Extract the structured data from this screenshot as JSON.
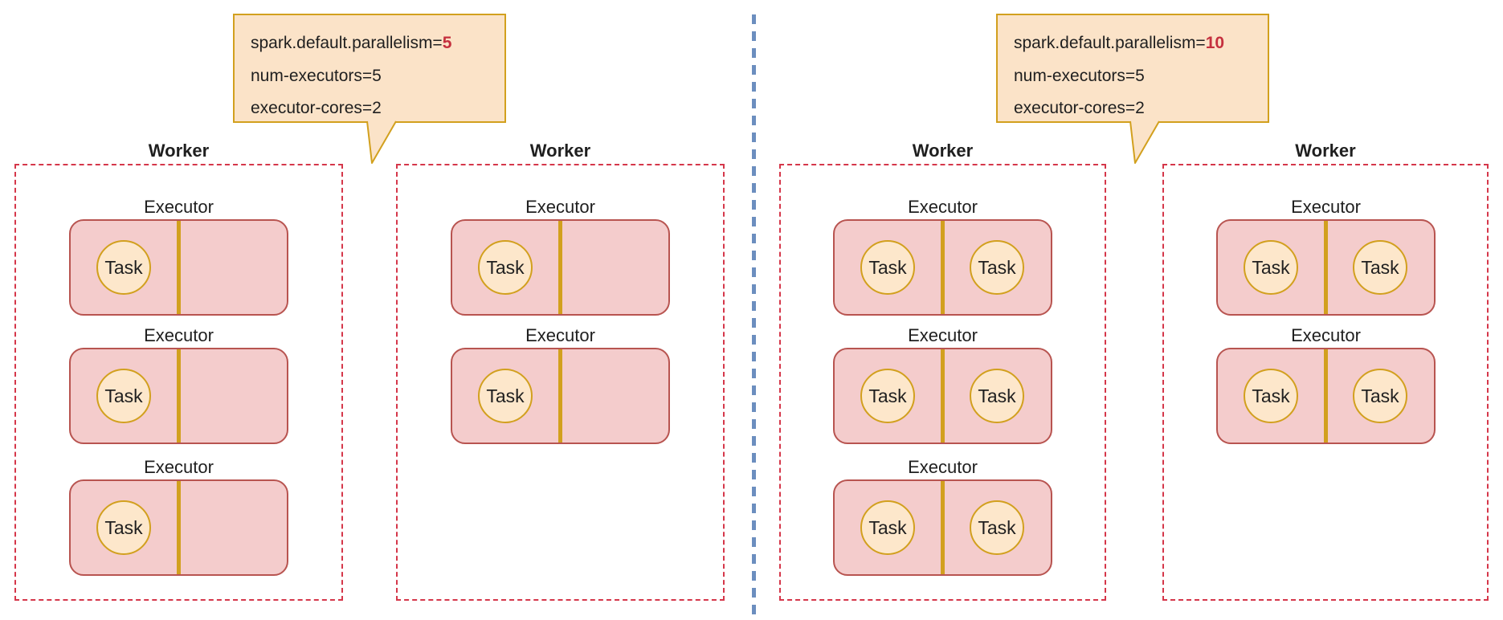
{
  "diagram": {
    "labels": {
      "worker": "Worker",
      "executor": "Executor",
      "task": "Task"
    },
    "panels": [
      {
        "callout": {
          "lines": [
            {
              "prefix": "spark.default.parallelism=",
              "highlight": "5"
            },
            {
              "text": "num-executors=5"
            },
            {
              "text": "executor-cores=2"
            }
          ]
        },
        "workers": [
          {
            "executors": [
              {
                "tasks": 1
              },
              {
                "tasks": 1
              },
              {
                "tasks": 1
              }
            ]
          },
          {
            "executors": [
              {
                "tasks": 1
              },
              {
                "tasks": 1
              }
            ]
          }
        ]
      },
      {
        "callout": {
          "lines": [
            {
              "prefix": "spark.default.parallelism=",
              "highlight": "10"
            },
            {
              "text": "num-executors=5"
            },
            {
              "text": "executor-cores=2"
            }
          ]
        },
        "workers": [
          {
            "executors": [
              {
                "tasks": 2
              },
              {
                "tasks": 2
              },
              {
                "tasks": 2
              }
            ]
          },
          {
            "executors": [
              {
                "tasks": 2
              },
              {
                "tasks": 2
              }
            ]
          }
        ]
      }
    ],
    "colors": {
      "accent_red": "#c5303e",
      "gold": "#d2a01e",
      "executor_border": "#b85450",
      "executor_fill": "#f4cccc",
      "task_fill": "#fde7cb",
      "callout_fill": "#fbe3c8",
      "worker_border": "#d5374a",
      "divider_blue": "#6c8ebf",
      "text": "#1f1f1f"
    }
  }
}
